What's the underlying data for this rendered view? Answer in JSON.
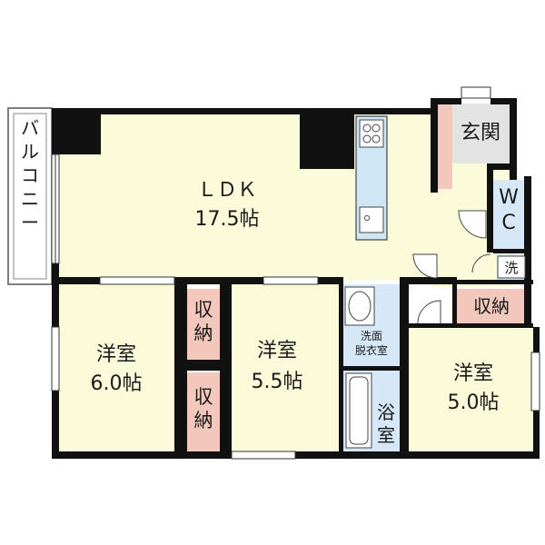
{
  "rooms": {
    "ldk": {
      "name": "ＬＤＫ",
      "size": "17.5帖"
    },
    "western1": {
      "name": "洋室",
      "size": "6.0帖"
    },
    "western2": {
      "name": "洋室",
      "size": "5.5帖"
    },
    "western3": {
      "name": "洋室",
      "size": "5.0帖"
    },
    "balcony": "バルコニー",
    "entrance": "玄関",
    "wc": [
      "W",
      "C"
    ],
    "washing_machine": "洗",
    "closet": "収納",
    "closet_vertical": [
      "収",
      "納"
    ],
    "washroom": [
      "洗面",
      "脱衣室"
    ],
    "bath": [
      "浴",
      "室"
    ]
  },
  "colors": {
    "living": "#fbfbd9",
    "wet": "#d6e8f7",
    "closet": "#f2c8bc",
    "entrance": "#e3e3e3",
    "wall": "#111111"
  }
}
